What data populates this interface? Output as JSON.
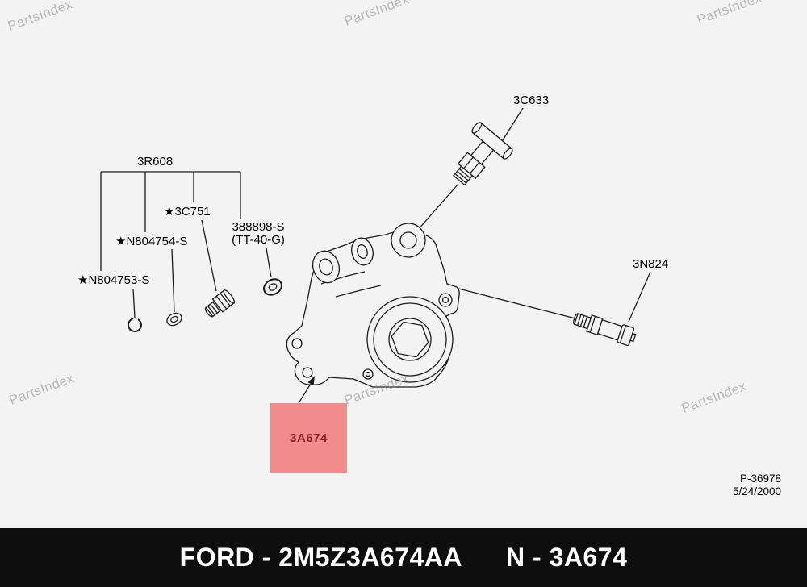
{
  "watermark": {
    "text": "PartsIndex"
  },
  "labels": {
    "assembly_group": "3R608",
    "plug": "★3C751",
    "washer_upper": "★N804754-S",
    "washer_lower": "★N804753-S",
    "seal_line1": "388898-S",
    "seal_line2": "(TT-40-G)",
    "tee_fitting": "3C633",
    "pressure_switch": "3N824",
    "highlighted_part": "3A674"
  },
  "reference": {
    "plate_number": "P-36978",
    "date": "5/24/2000"
  },
  "footer": {
    "brand_part": "FORD - 2M5Z3A674AA",
    "catalog_part": "N - 3A674"
  },
  "colors": {
    "background": "#f3f3f3",
    "highlight_bg": "#f28b8b",
    "highlight_text": "#80262a",
    "footer_bg": "#0e0e0e",
    "footer_text": "#ffffff",
    "watermark": "#7f7f7f",
    "line": "#1c1c1c"
  }
}
